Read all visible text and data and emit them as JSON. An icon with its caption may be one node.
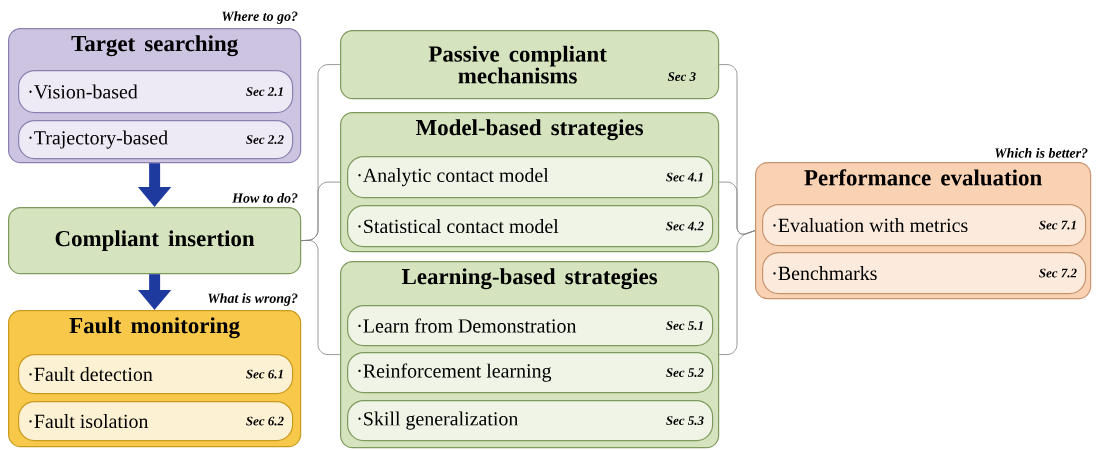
{
  "diagram": {
    "nodes": [
      {
        "text": [
          "Target searching"
        ],
        "beside": [
          "Where to go?"
        ]
      },
      {
        "text": [
          "·Vision-based",
          "Sec 2.1"
        ],
        "in": 0
      },
      {
        "text": [
          "·Trajectory-based",
          "Sec 2.2"
        ],
        "in": 0
      },
      {
        "text": [
          "Compliant insertion"
        ],
        "beside": [
          "How to do?"
        ]
      },
      {
        "text": [
          "Fault monitoring"
        ],
        "beside": [
          "What is wrong?"
        ]
      },
      {
        "text": [
          "·Fault detection",
          "Sec 6.1"
        ],
        "in": 4
      },
      {
        "text": [
          "·Fault isolation",
          "Sec 6.2"
        ],
        "in": 4
      },
      {
        "text": [
          "Passive compliant mechanisms",
          "Sec 3"
        ]
      },
      {
        "text": [
          "Model-based strategies"
        ]
      },
      {
        "text": [
          "·Analytic contact model",
          "Sec 4.1"
        ],
        "in": 8
      },
      {
        "text": [
          "·Statistical contact model",
          "Sec 4.2"
        ],
        "in": 8
      },
      {
        "text": [
          "Learning-based strategies"
        ]
      },
      {
        "text": [
          "·Learn from Demonstration",
          "Sec 5.1"
        ],
        "in": 11
      },
      {
        "text": [
          "·Reinforcement learning",
          "Sec 5.2"
        ],
        "in": 11
      },
      {
        "text": [
          "·Skill generalization",
          "Sec 5.3"
        ],
        "in": 11
      },
      {
        "text": [
          "Performance evaluation"
        ],
        "beside": [
          "Which is better?"
        ]
      },
      {
        "text": [
          "·Evaluation with metrics",
          "Sec 7.1"
        ],
        "in": 15
      },
      {
        "text": [
          "·Benchmarks",
          "Sec 7.2"
        ],
        "in": 15
      }
    ],
    "edges": [
      {
        "from": 0,
        "to": 3,
        "arrow": "to",
        "style": "thick",
        "color": "#1f3a9f"
      },
      {
        "from": 3,
        "to": 4,
        "arrow": "to",
        "style": "thick",
        "color": "#1f3a9f"
      },
      {
        "from": 3,
        "to": 7,
        "arrow": "none"
      },
      {
        "from": 3,
        "to": 8,
        "arrow": "none"
      },
      {
        "from": 3,
        "to": 11,
        "arrow": "none"
      },
      {
        "from": 7,
        "to": 15,
        "arrow": "none"
      },
      {
        "from": 8,
        "to": 15,
        "arrow": "none"
      },
      {
        "from": 11,
        "to": 15,
        "arrow": "none"
      }
    ]
  }
}
